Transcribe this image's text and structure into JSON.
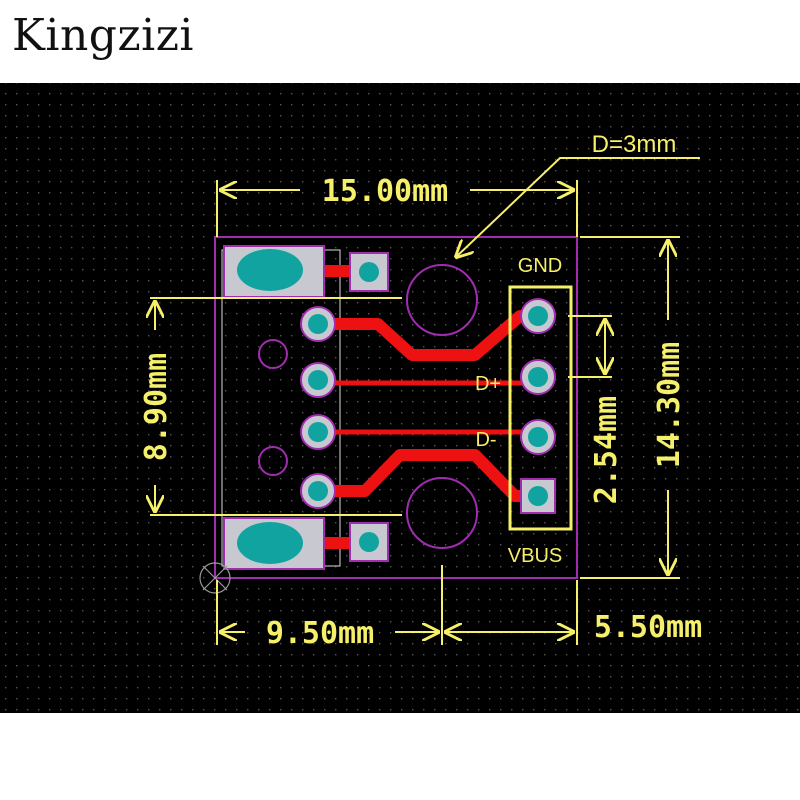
{
  "brand": "Kingzizi",
  "dimensions": {
    "width": "15.00mm",
    "hole_diameter": "D=3mm",
    "connector_pitch": "8.90mm",
    "height": "14.30mm",
    "pin_pitch": "2.54mm",
    "left_offset": "9.50mm",
    "right_offset": "5.50mm"
  },
  "pins": [
    "GND",
    "D+",
    "D-",
    "VBUS"
  ],
  "colors": {
    "background": "#000000",
    "dimension": "#f5ef6a",
    "trace": "#ee1111",
    "pad": "#c8c8d0",
    "drill": "#11a3a0",
    "outline": "#a02cb0"
  }
}
